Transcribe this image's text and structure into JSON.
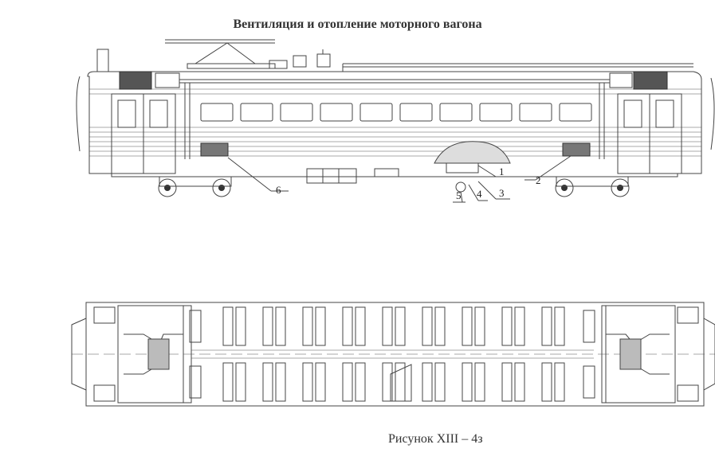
{
  "title": "Вентиляция и отопление моторного вагона",
  "caption": "Рисунок  XIII – 4з",
  "callouts": [
    "1",
    "2",
    "3",
    "4",
    "5",
    "6"
  ]
}
